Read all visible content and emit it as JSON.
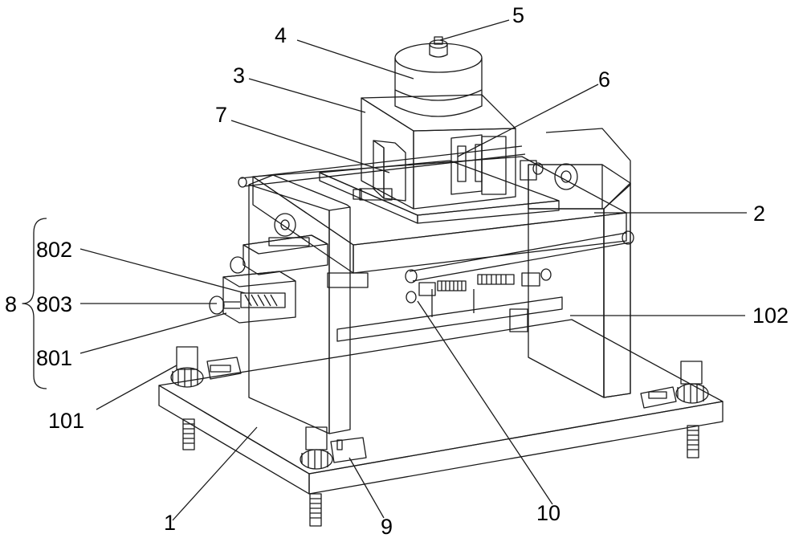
{
  "labels": {
    "l1": "1",
    "l2": "2",
    "l3": "3",
    "l4": "4",
    "l5": "5",
    "l6": "6",
    "l7": "7",
    "l8": "8",
    "l9": "9",
    "l10": "10",
    "l101": "101",
    "l102": "102",
    "l801": "801",
    "l802": "802",
    "l803": "803"
  },
  "colors": {
    "face_light": "#ffffff",
    "face_mid": "#f4f4f4",
    "face_dark": "#e6e6e6",
    "stroke": "#1a1a1a"
  }
}
